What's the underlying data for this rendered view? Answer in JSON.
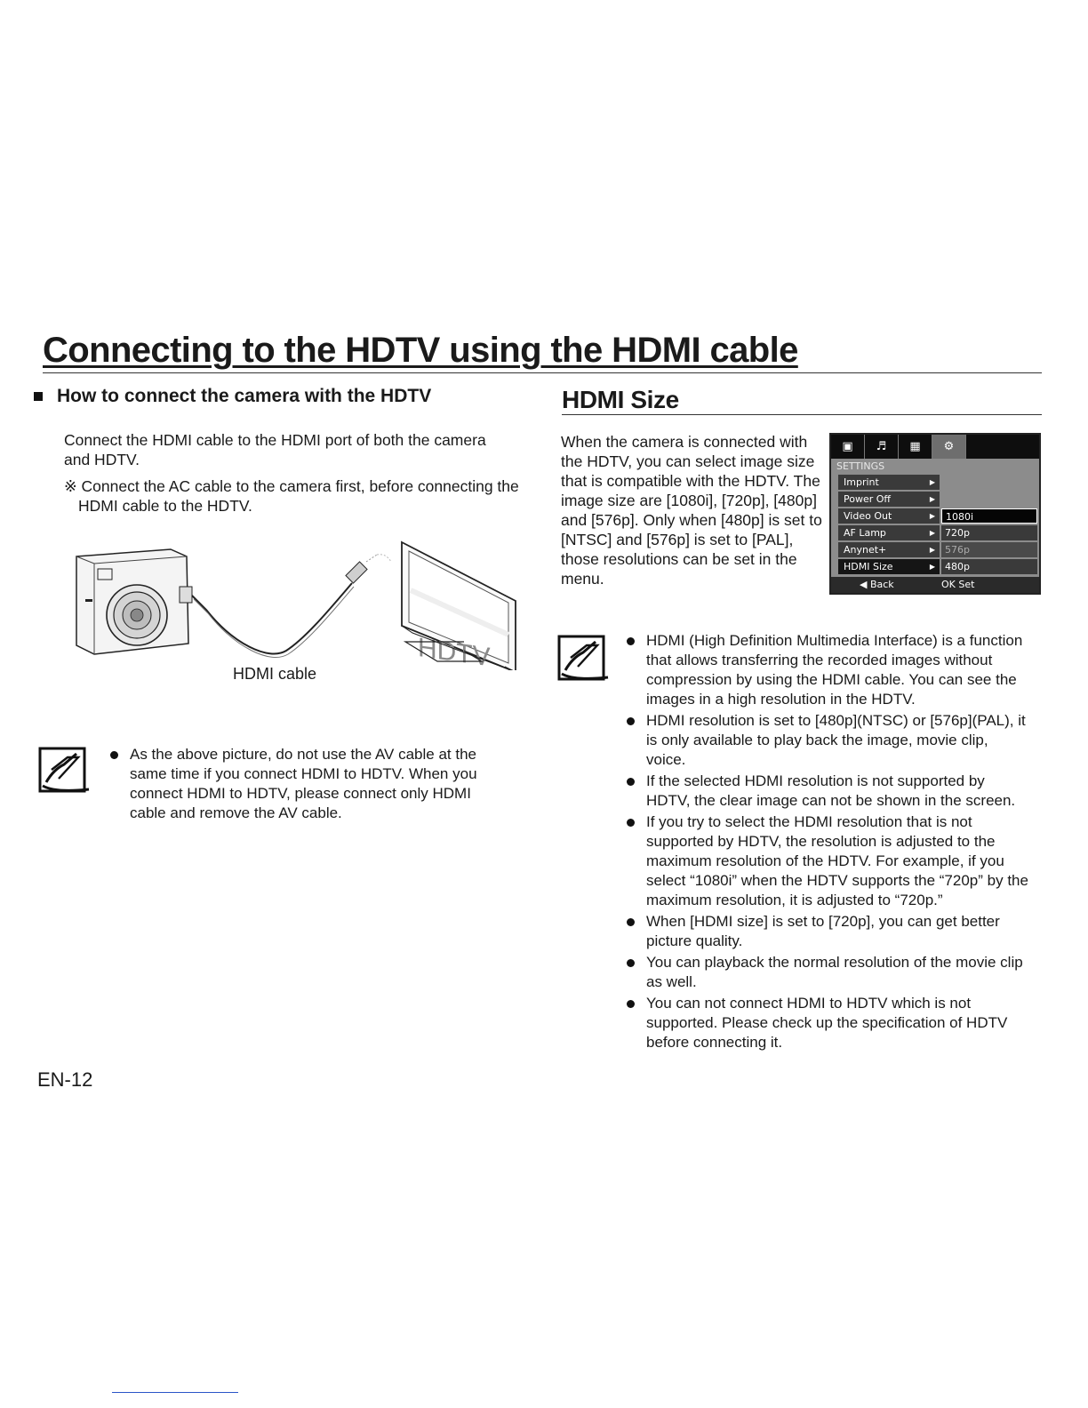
{
  "header": {
    "title": "Connecting to the HDTV using the HDMI cable"
  },
  "left": {
    "section_heading": "How to connect the camera with the HDTV",
    "connect_text": "Connect the HDMI cable to the HDMI port of both the camera and HDTV.",
    "note_text": "※ Connect the AC cable to the camera first, before connecting the HDMI cable to the HDTV.",
    "figure": {
      "tv_label": "HDTV",
      "cable_label": "HDMI cable"
    },
    "bullets": [
      "As the above picture, do not use the AV cable at the same time if you connect HDMI to HDTV. When you connect HDMI to HDTV, please connect only HDMI cable and remove the AV cable."
    ]
  },
  "right": {
    "heading": "HDMI Size",
    "intro_text": "When the camera is connected with the HDTV, you can select image size that is compatible with the HDTV. The image size are [1080i], [720p], [480p] and [576p]. Only when [480p] is set to [NTSC] and [576p] is set to [PAL], those resolutions can be set in the menu.",
    "menu": {
      "header": "SETTINGS",
      "items": [
        "Imprint",
        "Power Off",
        "Video Out",
        "AF Lamp",
        "Anynet+",
        "HDMI Size"
      ],
      "options": [
        "1080i",
        "720p",
        "576p",
        "480p"
      ],
      "selected_option": "1080i",
      "footer_back": "Back",
      "footer_set": "OK  Set"
    },
    "bullets": [
      "HDMI (High Definition Multimedia Interface) is a function that allows transferring the recorded images without compression by using the HDMI cable. You can see the images in a high resolution in the HDTV.",
      "HDMI resolution is set to [480p](NTSC) or [576p](PAL), it is only available to play back the image, movie clip, voice.",
      "If the selected HDMI resolution is not supported by HDTV, the clear image can not be shown in the screen.",
      "If you try to select the HDMI resolution that is not supported by HDTV, the resolution is adjusted to the maximum resolution of the HDTV. For example, if you select “1080i” when the HDTV supports the “720p” by the maximum resolution, it is adjusted to “720p.”",
      "When [HDMI size] is set to [720p], you can get better picture quality.",
      "You can playback the normal resolution of the movie clip as well.",
      "You can not connect HDMI to HDTV which is not supported. Please check up the specification of HDTV before connecting it."
    ]
  },
  "footer": {
    "page_number": "EN-12"
  }
}
